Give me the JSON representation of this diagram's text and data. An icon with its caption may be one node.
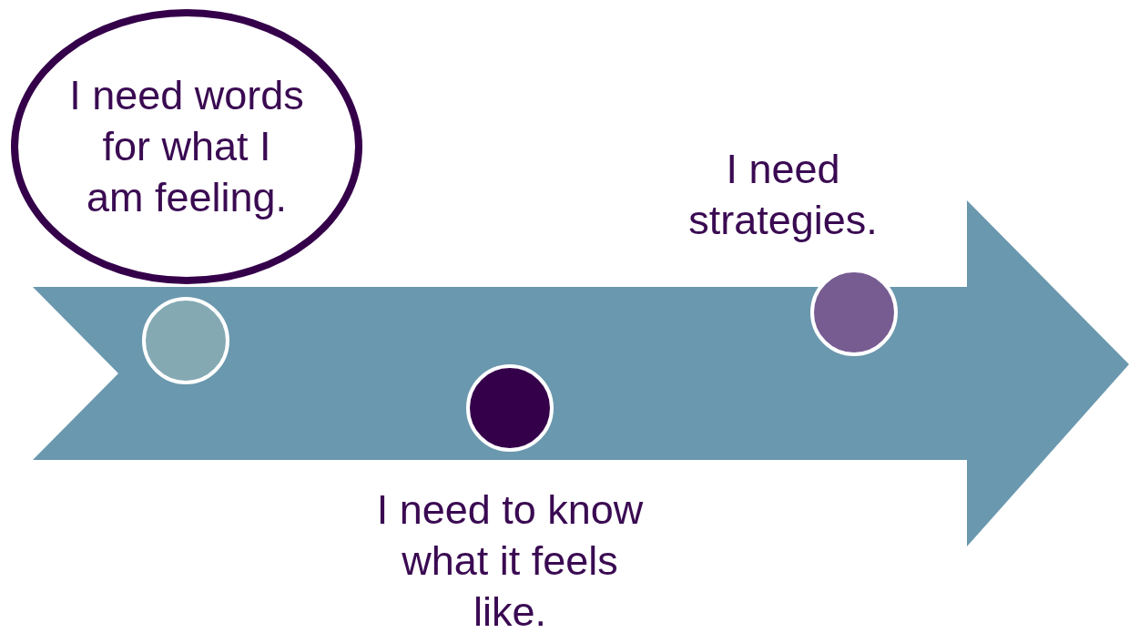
{
  "diagram": {
    "nodes": [
      {
        "text": [
          "I need words for what I am feeling."
        ]
      },
      {
        "text": [],
        "shape": "circle"
      },
      {
        "text": [],
        "shape": "circle",
        "beside": [
          "I need to know what it feels like."
        ]
      },
      {
        "text": [],
        "shape": "circle",
        "beside": [
          "I need strategies."
        ]
      }
    ],
    "edges": []
  }
}
